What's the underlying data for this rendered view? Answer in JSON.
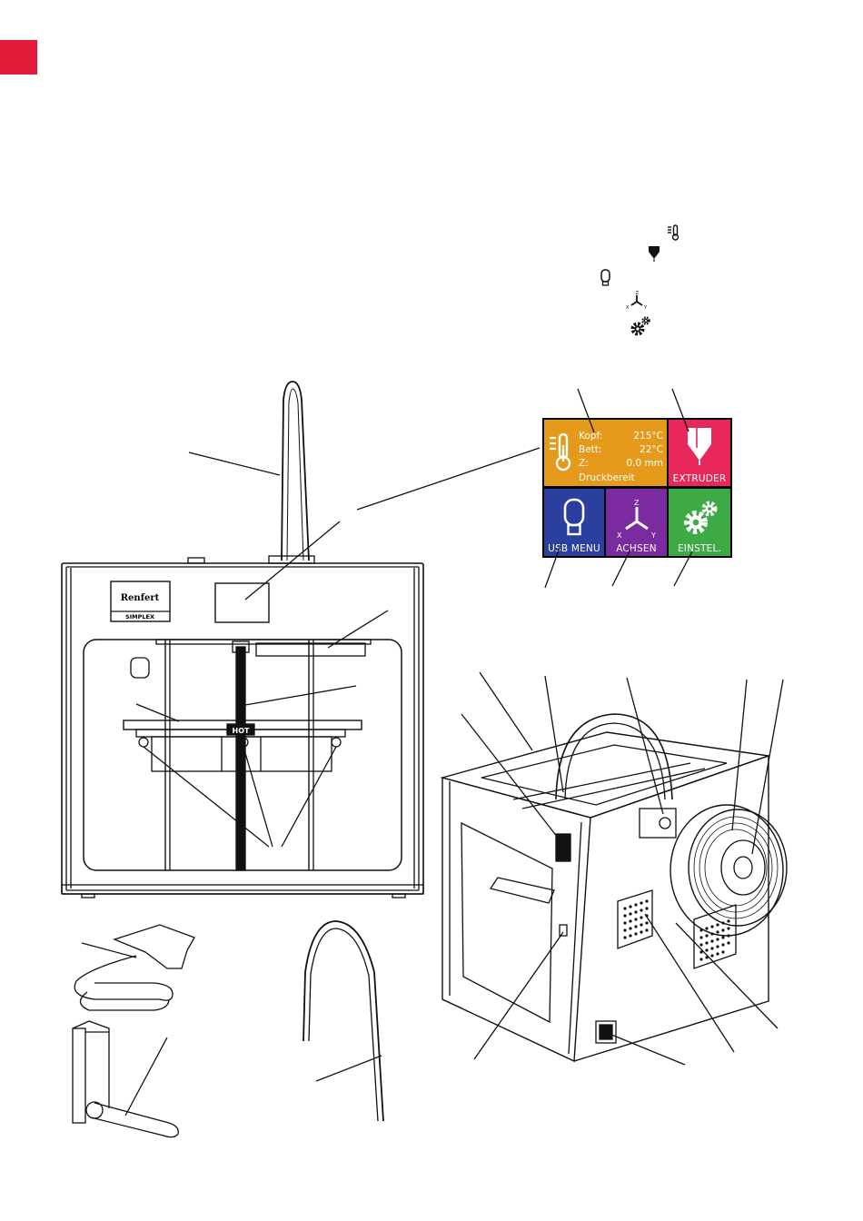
{
  "lcd": {
    "status": {
      "head_label": "Kopf:",
      "head_value": "215°C",
      "bed_label": "Bett:",
      "bed_value": "22°C",
      "z_label": "Z:",
      "z_value": "0.0 mm",
      "message": "Druckbereit"
    },
    "extruder_label": "EXTRUDER",
    "usb_label": "USB MENU",
    "axes_label": "ACHSEN",
    "axes_letters": {
      "z": "Z",
      "x": "X",
      "y": "Y"
    },
    "settings_label": "EINSTEL."
  },
  "legend_axes_letters": {
    "z": "Z",
    "x": "X",
    "y": "Y"
  },
  "printer": {
    "logo_text": "Renfert",
    "model_text": "SIMPLEX",
    "bed_warning": "HOT"
  },
  "colors": {
    "accent": "#e31b3b",
    "status_tile": "#e69a1c",
    "extruder_tile": "#e8285a",
    "usb_tile": "#2b3f9e",
    "axes_tile": "#7a2ba0",
    "settings_tile": "#3daa46"
  },
  "icons": [
    "thermometer-icon",
    "nozzle-icon",
    "usb-stick-icon",
    "axes-icon",
    "gear-icon"
  ]
}
